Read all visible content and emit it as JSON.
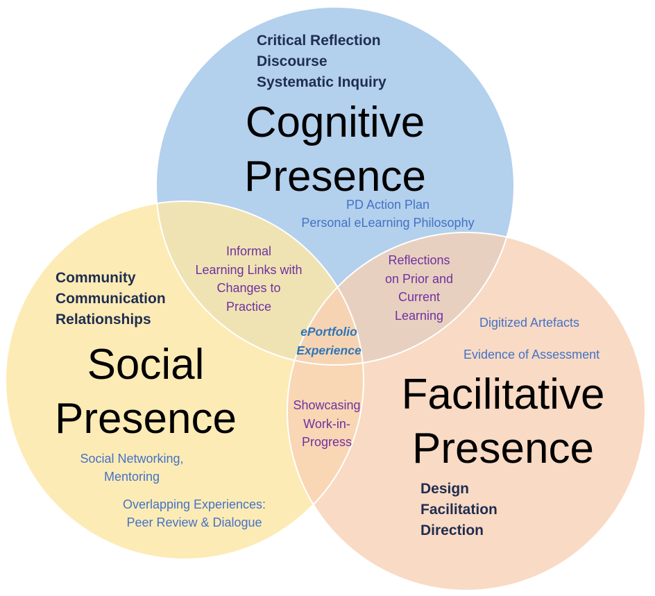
{
  "colors": {
    "cognitive_fill": "#a9c9ea",
    "social_fill": "#fce7a6",
    "facilitative_fill": "#f7cfb3",
    "circle_stroke": "#ffffff",
    "title_text": "#000000",
    "keyword_text": "#1f2d4f",
    "practice_text": "#4472c4",
    "overlap_text": "#7030a0",
    "center_text": "#2e75b6"
  },
  "cognitive": {
    "keywords": [
      "Critical Reflection",
      "Discourse",
      "Systematic Inquiry"
    ],
    "title_lines": [
      "Cognitive",
      "Presence"
    ],
    "practices": [
      "PD Action Plan",
      "Personal eLearning Philosophy"
    ]
  },
  "social": {
    "keywords": [
      "Community",
      "Communication",
      "Relationships"
    ],
    "title_lines": [
      "Social",
      "Presence"
    ],
    "practices": [
      "Social Networking,",
      "Mentoring",
      "Overlapping Experiences:",
      "Peer Review & Dialogue"
    ]
  },
  "facilitative": {
    "practices": [
      "Digitized Artefacts",
      "Evidence of Assessment"
    ],
    "title_lines": [
      "Facilitative",
      "Presence"
    ],
    "keywords": [
      "Design",
      "Facilitation",
      "Direction"
    ]
  },
  "overlaps": {
    "cognitive_social": [
      "Informal",
      "Learning Links with",
      "Changes to",
      "Practice"
    ],
    "cognitive_facilitative": [
      "Reflections",
      "on Prior and",
      "Current",
      "Learning"
    ],
    "social_facilitative": [
      "Showcasing",
      "Work-in-",
      "Progress"
    ],
    "center": [
      "ePortfolio",
      "Experience"
    ]
  }
}
